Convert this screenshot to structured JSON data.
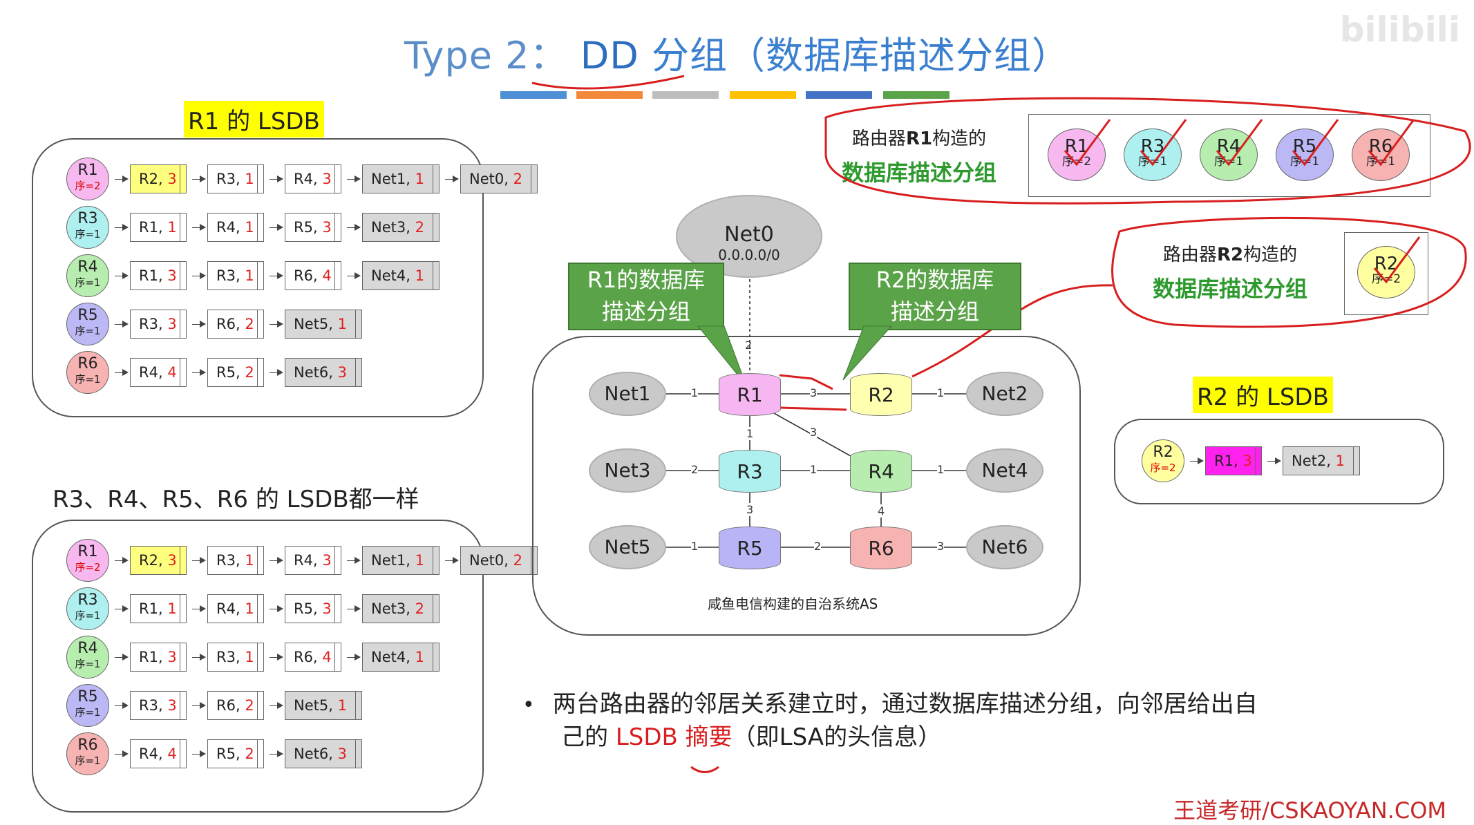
{
  "title": {
    "type": "Type 2：",
    "dd": "DD",
    "cn": "分组（数据库描述分组）"
  },
  "watermark": "bilibili",
  "footer": "王道考研/CSKAOYAN.COM",
  "colors": [
    "#4f8fd5",
    "#f2883a",
    "#bdbdbd",
    "#ffc000",
    "#4472c4",
    "#5aa348"
  ],
  "r1_lsdb_label": "R1 的 LSDB",
  "r2_lsdb_label": "R2 的 LSDB",
  "same_label": "R3、R4、R5、R6 的 LSDB都一样",
  "lsdb_rows": [
    {
      "router": "R1",
      "seq": "序=2",
      "color": "#f7b8f0",
      "entries": [
        [
          "R2, ",
          "3",
          "yel"
        ],
        [
          "R3, ",
          "1",
          ""
        ],
        [
          "R4, ",
          "3",
          ""
        ],
        [
          "Net1, ",
          "1",
          "gry"
        ],
        [
          "Net0, ",
          "2",
          "gry"
        ]
      ]
    },
    {
      "router": "R3",
      "seq": "序=1",
      "color": "#aef0f0",
      "entries": [
        [
          "R1, ",
          "1",
          ""
        ],
        [
          "R4, ",
          "1",
          ""
        ],
        [
          "R5, ",
          "3",
          ""
        ],
        [
          "Net3, ",
          "2",
          "gry"
        ]
      ]
    },
    {
      "router": "R4",
      "seq": "序=1",
      "color": "#b7eeb0",
      "entries": [
        [
          "R1, ",
          "3",
          ""
        ],
        [
          "R3, ",
          "1",
          ""
        ],
        [
          "R6, ",
          "4",
          ""
        ],
        [
          "Net4, ",
          "1",
          "gry"
        ]
      ]
    },
    {
      "router": "R5",
      "seq": "序=1",
      "color": "#bcb8f5",
      "entries": [
        [
          "R3, ",
          "3",
          ""
        ],
        [
          "R6, ",
          "2",
          ""
        ],
        [
          "Net5, ",
          "1",
          "gry"
        ]
      ]
    },
    {
      "router": "R6",
      "seq": "序=1",
      "color": "#f7b2b2",
      "entries": [
        [
          "R4, ",
          "4",
          ""
        ],
        [
          "R5, ",
          "2",
          ""
        ],
        [
          "Net6, ",
          "3",
          "gry"
        ]
      ]
    }
  ],
  "r2_lsdb": {
    "router": "R2",
    "seq": "序=2",
    "entries": [
      [
        "R1, ",
        "3",
        "mag"
      ],
      [
        "Net2, ",
        "1",
        "gry"
      ]
    ]
  },
  "r1_dd": {
    "line1_prefix": "路由器",
    "line1_bold": "R1",
    "line1_suffix": "构造的",
    "line2": "数据库描述分组",
    "items": [
      {
        "n": "R1",
        "s": "序=2",
        "c": "#f7b8f0"
      },
      {
        "n": "R3",
        "s": "序=1",
        "c": "#aef0f0"
      },
      {
        "n": "R4",
        "s": "序=1",
        "c": "#b7eeb0"
      },
      {
        "n": "R5",
        "s": "序=1",
        "c": "#bcb8f5"
      },
      {
        "n": "R6",
        "s": "序=1",
        "c": "#f7b2b2"
      }
    ]
  },
  "r2_dd": {
    "line1_prefix": "路由器",
    "line1_bold": "R2",
    "line1_suffix": "构造的",
    "line2": "数据库描述分组",
    "items": [
      {
        "n": "R2",
        "s": "序=2",
        "c": "#ffffa0"
      }
    ]
  },
  "network": {
    "net0": "Net0",
    "net0_addr": "0.0.0.0/0",
    "caption": "咸鱼电信构建的自治系统AS",
    "callout_r1": "R1的数据库描述分组",
    "callout_r1_l1": "R1的数据库",
    "callout_r1_l2": "描述分组",
    "callout_r2_l1": "R2的数据库",
    "callout_r2_l2": "描述分组",
    "routers": [
      "R1",
      "R2",
      "R3",
      "R4",
      "R5",
      "R6"
    ],
    "nets": [
      "Net1",
      "Net2",
      "Net3",
      "Net4",
      "Net5",
      "Net6"
    ],
    "costs": {
      "net0_r1": "2",
      "net1_r1": "1",
      "r1_r2": "3",
      "r2_net2": "1",
      "r1_r3": "1",
      "r1_r4": "3",
      "net3_r3": "2",
      "r3_r4": "1",
      "r4_net4": "1",
      "r3_r5": "3",
      "r4_r6": "4",
      "net5_r5": "1",
      "r5_r6": "2",
      "r6_net6": "3"
    }
  },
  "bullet": {
    "text1": "两台路由器的邻居关系建立时，通过数据库描述分组，向邻居给出自",
    "text2_a": "己的 ",
    "text2_red1": "LSDB",
    "text2_sp": " ",
    "text2_red2": "摘要",
    "text2_b": "（即LSA的头信息）"
  }
}
